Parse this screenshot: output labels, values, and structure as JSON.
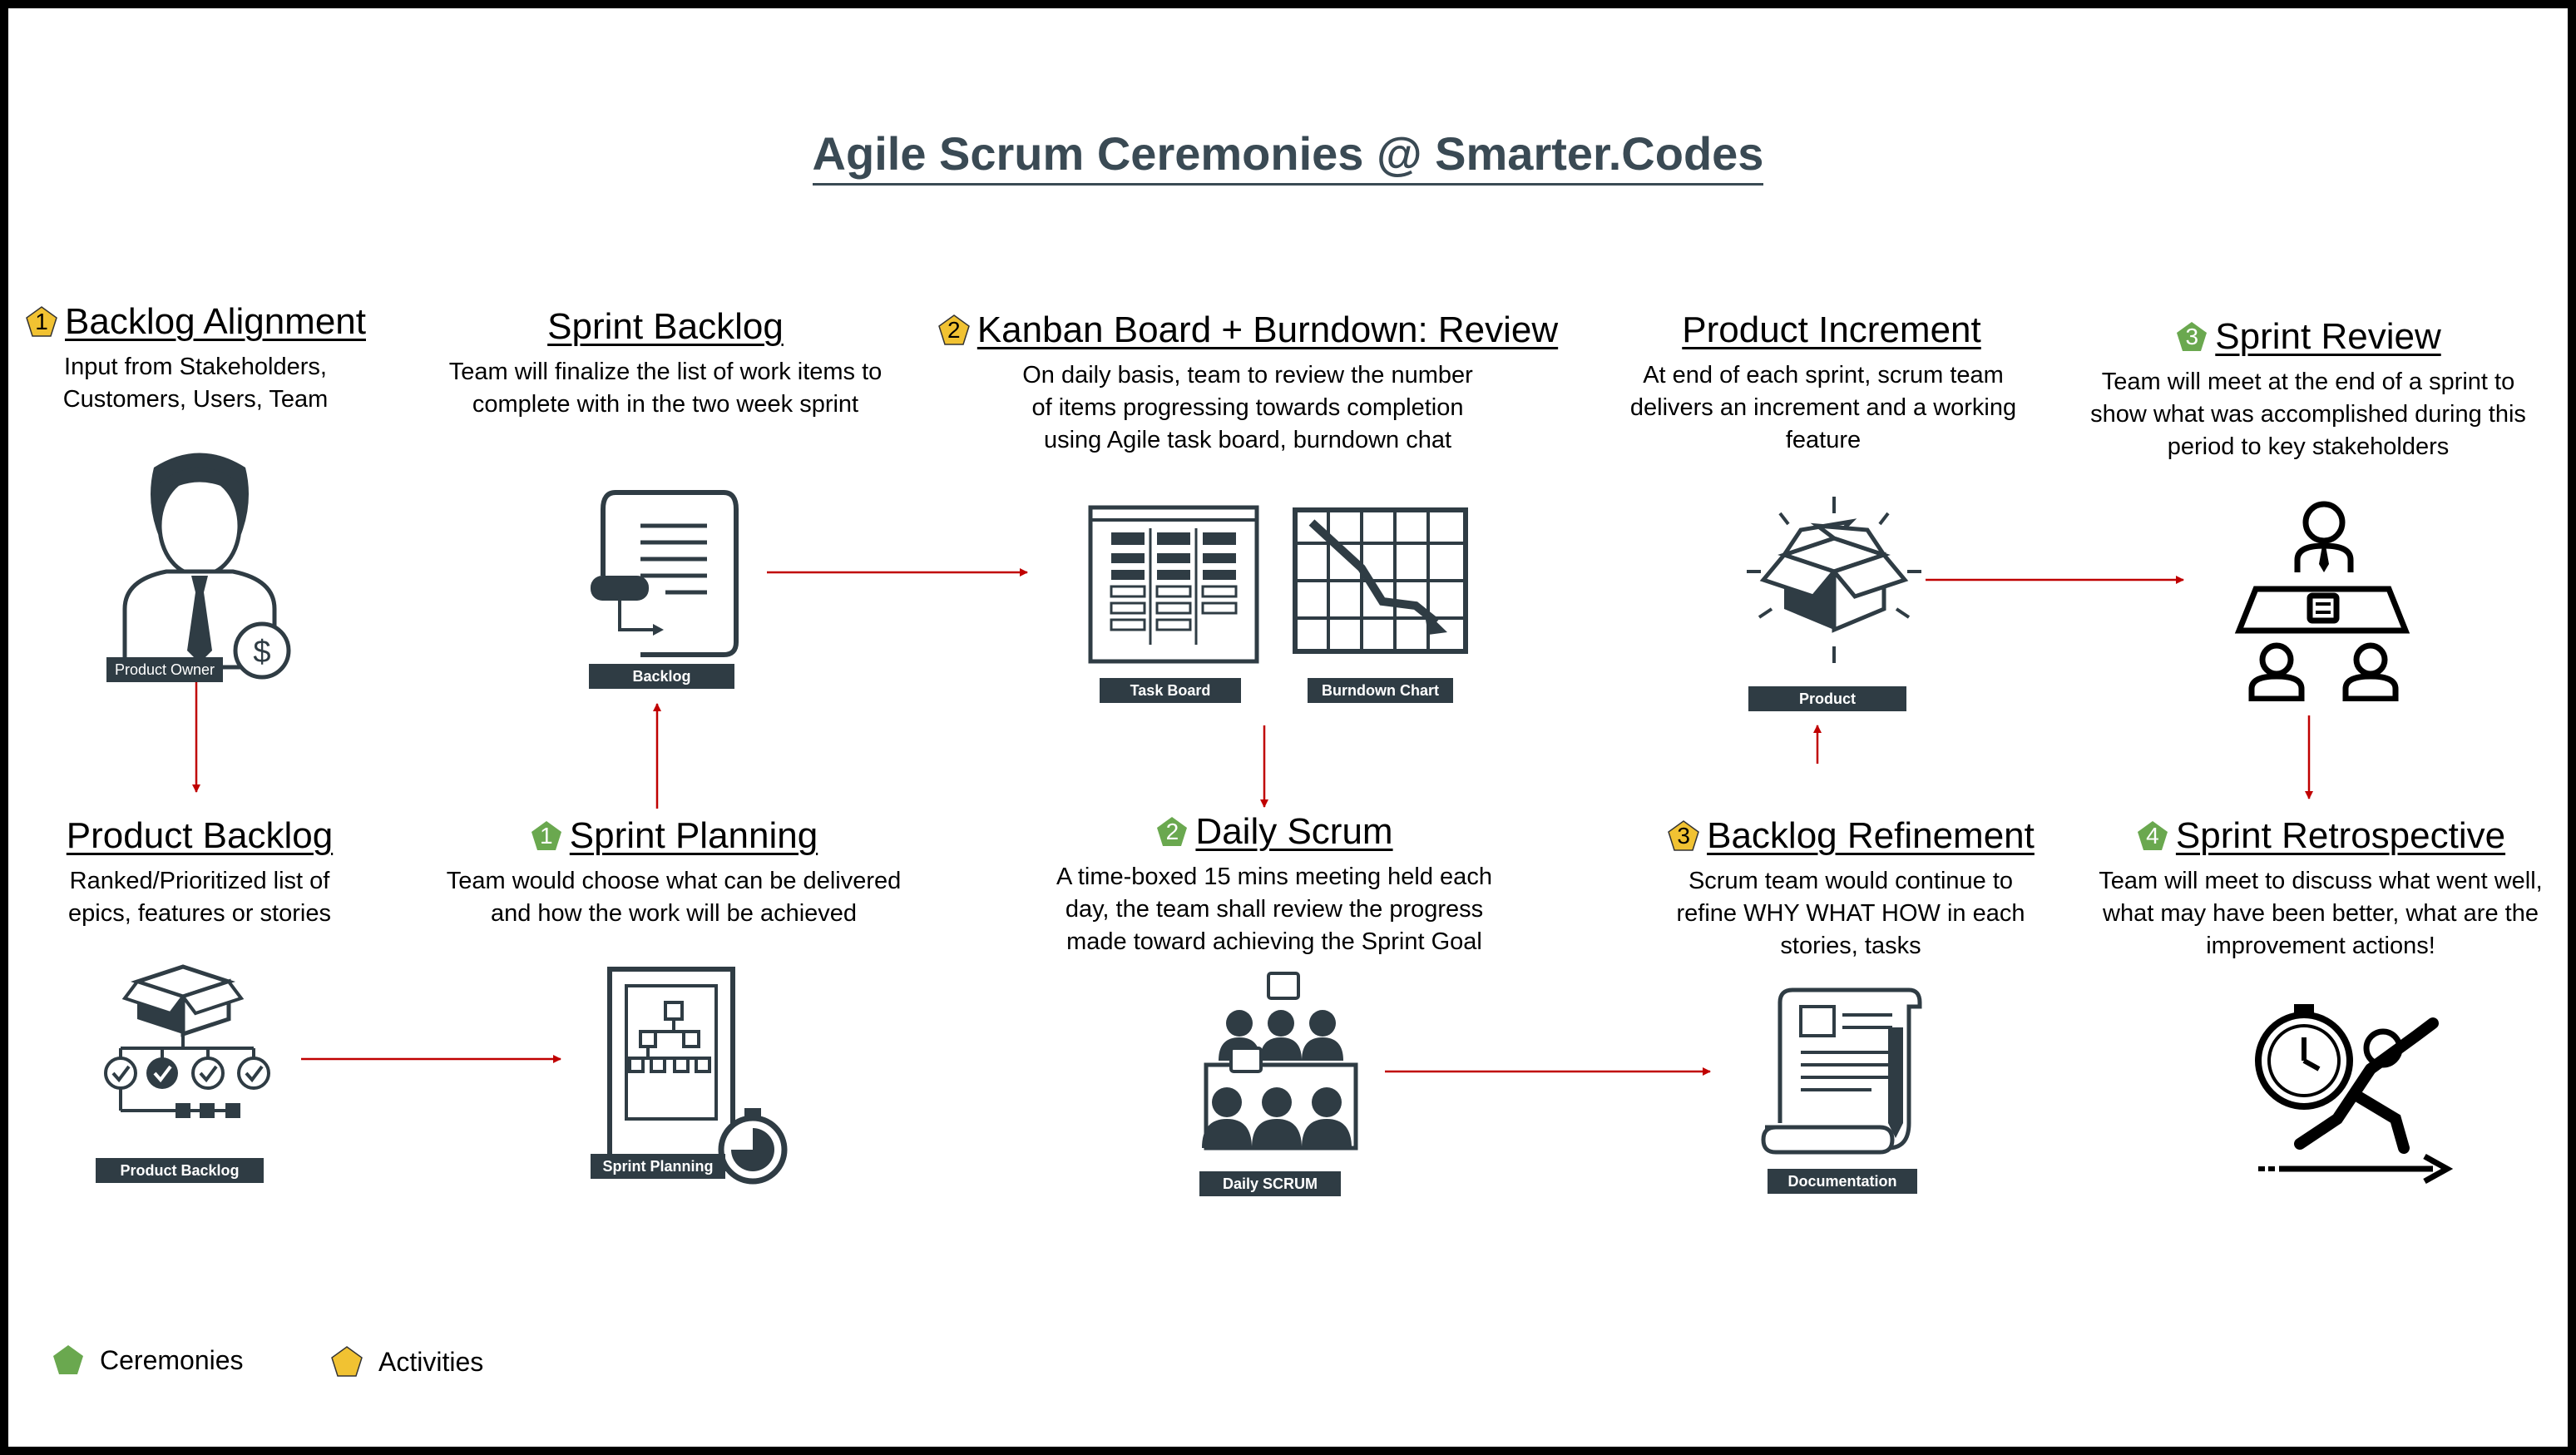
{
  "title": "Agile Scrum Ceremonies @ Smarter.Codes",
  "colors": {
    "ceremony": "#6aa84f",
    "activity": "#f1c232",
    "arrow": "#c00000",
    "icon": "#2f3c44"
  },
  "sections": {
    "backlog_alignment": {
      "number": "1",
      "kind": "activity",
      "title": "Backlog Alignment",
      "desc": "Input from Stakeholders, Customers, Users, Team",
      "caption": "Product Owner",
      "icon": "product-owner-icon"
    },
    "sprint_backlog": {
      "title": "Sprint Backlog",
      "desc": "Team will finalize the list of work items to complete with in the two week sprint",
      "caption": "Backlog",
      "icon": "scroll-icon"
    },
    "kanban": {
      "number": "2",
      "kind": "activity",
      "title": "Kanban Board + Burndown: Review",
      "desc": "On daily basis, team to review the number of items progressing towards completion using Agile task board, burndown chat",
      "caption_task": "Task Board",
      "caption_burndown": "Burndown Chart"
    },
    "product_increment": {
      "title": "Product Increment",
      "desc": "At end of each sprint, scrum team delivers an increment and a working feature",
      "caption": "Product",
      "icon": "open-box-icon"
    },
    "sprint_review": {
      "number": "3",
      "kind": "ceremony",
      "title": "Sprint Review",
      "desc": "Team will meet at the end of a sprint to show what was accomplished during this period to key stakeholders",
      "icon": "meeting-icon"
    },
    "product_backlog": {
      "title": "Product Backlog",
      "desc": "Ranked/Prioritized list of epics, features or stories",
      "caption": "Product Backlog",
      "icon": "backlog-tree-icon"
    },
    "sprint_planning": {
      "number": "1",
      "kind": "ceremony",
      "title": "Sprint Planning",
      "desc": "Team would choose what can be delivered and how the work will be achieved",
      "caption": "Sprint Planning",
      "icon": "planning-board-icon"
    },
    "daily_scrum": {
      "number": "2",
      "kind": "ceremony",
      "title": "Daily Scrum",
      "desc": "A time-boxed 15 mins meeting held each day, the team shall review the progress made toward achieving the Sprint Goal",
      "caption": "Daily SCRUM",
      "icon": "team-meeting-icon"
    },
    "backlog_refinement": {
      "number": "3",
      "kind": "activity",
      "title": "Backlog Refinement",
      "desc": "Scrum team would continue to refine WHY WHAT HOW in each stories, tasks",
      "caption": "Documentation",
      "icon": "document-pen-icon"
    },
    "sprint_retro": {
      "number": "4",
      "kind": "ceremony",
      "title": "Sprint Retrospective",
      "desc": "Team will meet to discuss what went well, what may have been better, what are the improvement actions!",
      "icon": "stopwatch-runner-icon"
    }
  },
  "legend": {
    "ceremonies": "Ceremonies",
    "activities": "Activities"
  }
}
